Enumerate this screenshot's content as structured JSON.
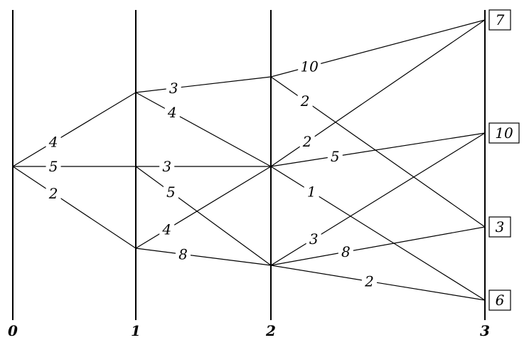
{
  "stages": [
    {
      "id": 0,
      "label": "0"
    },
    {
      "id": 1,
      "label": "1"
    },
    {
      "id": 2,
      "label": "2"
    },
    {
      "id": 3,
      "label": "3"
    }
  ],
  "nodes": [
    {
      "id": "s0",
      "stage": 0
    },
    {
      "id": "a",
      "stage": 1
    },
    {
      "id": "b",
      "stage": 1
    },
    {
      "id": "c",
      "stage": 1
    },
    {
      "id": "d",
      "stage": 2
    },
    {
      "id": "e",
      "stage": 2
    },
    {
      "id": "f",
      "stage": 2
    },
    {
      "id": "t1",
      "stage": 3,
      "value": "7"
    },
    {
      "id": "t2",
      "stage": 3,
      "value": "10"
    },
    {
      "id": "t3",
      "stage": 3,
      "value": "3"
    },
    {
      "id": "t4",
      "stage": 3,
      "value": "6"
    }
  ],
  "edges": [
    {
      "from": "s0",
      "to": "a",
      "weight": "4"
    },
    {
      "from": "s0",
      "to": "b",
      "weight": "5"
    },
    {
      "from": "s0",
      "to": "c",
      "weight": "2"
    },
    {
      "from": "a",
      "to": "d",
      "weight": "3"
    },
    {
      "from": "a",
      "to": "e",
      "weight": "4"
    },
    {
      "from": "b",
      "to": "e",
      "weight": "3"
    },
    {
      "from": "b",
      "to": "f",
      "weight": "5"
    },
    {
      "from": "c",
      "to": "e",
      "weight": "4"
    },
    {
      "from": "c",
      "to": "f",
      "weight": "8"
    },
    {
      "from": "d",
      "to": "t1",
      "weight": "10"
    },
    {
      "from": "d",
      "to": "t3",
      "weight": "2"
    },
    {
      "from": "e",
      "to": "t1",
      "weight": "2"
    },
    {
      "from": "e",
      "to": "t2",
      "weight": "5"
    },
    {
      "from": "e",
      "to": "t4",
      "weight": "1"
    },
    {
      "from": "f",
      "to": "t2",
      "weight": "3"
    },
    {
      "from": "f",
      "to": "t3",
      "weight": "8"
    },
    {
      "from": "f",
      "to": "t4",
      "weight": "2"
    }
  ]
}
